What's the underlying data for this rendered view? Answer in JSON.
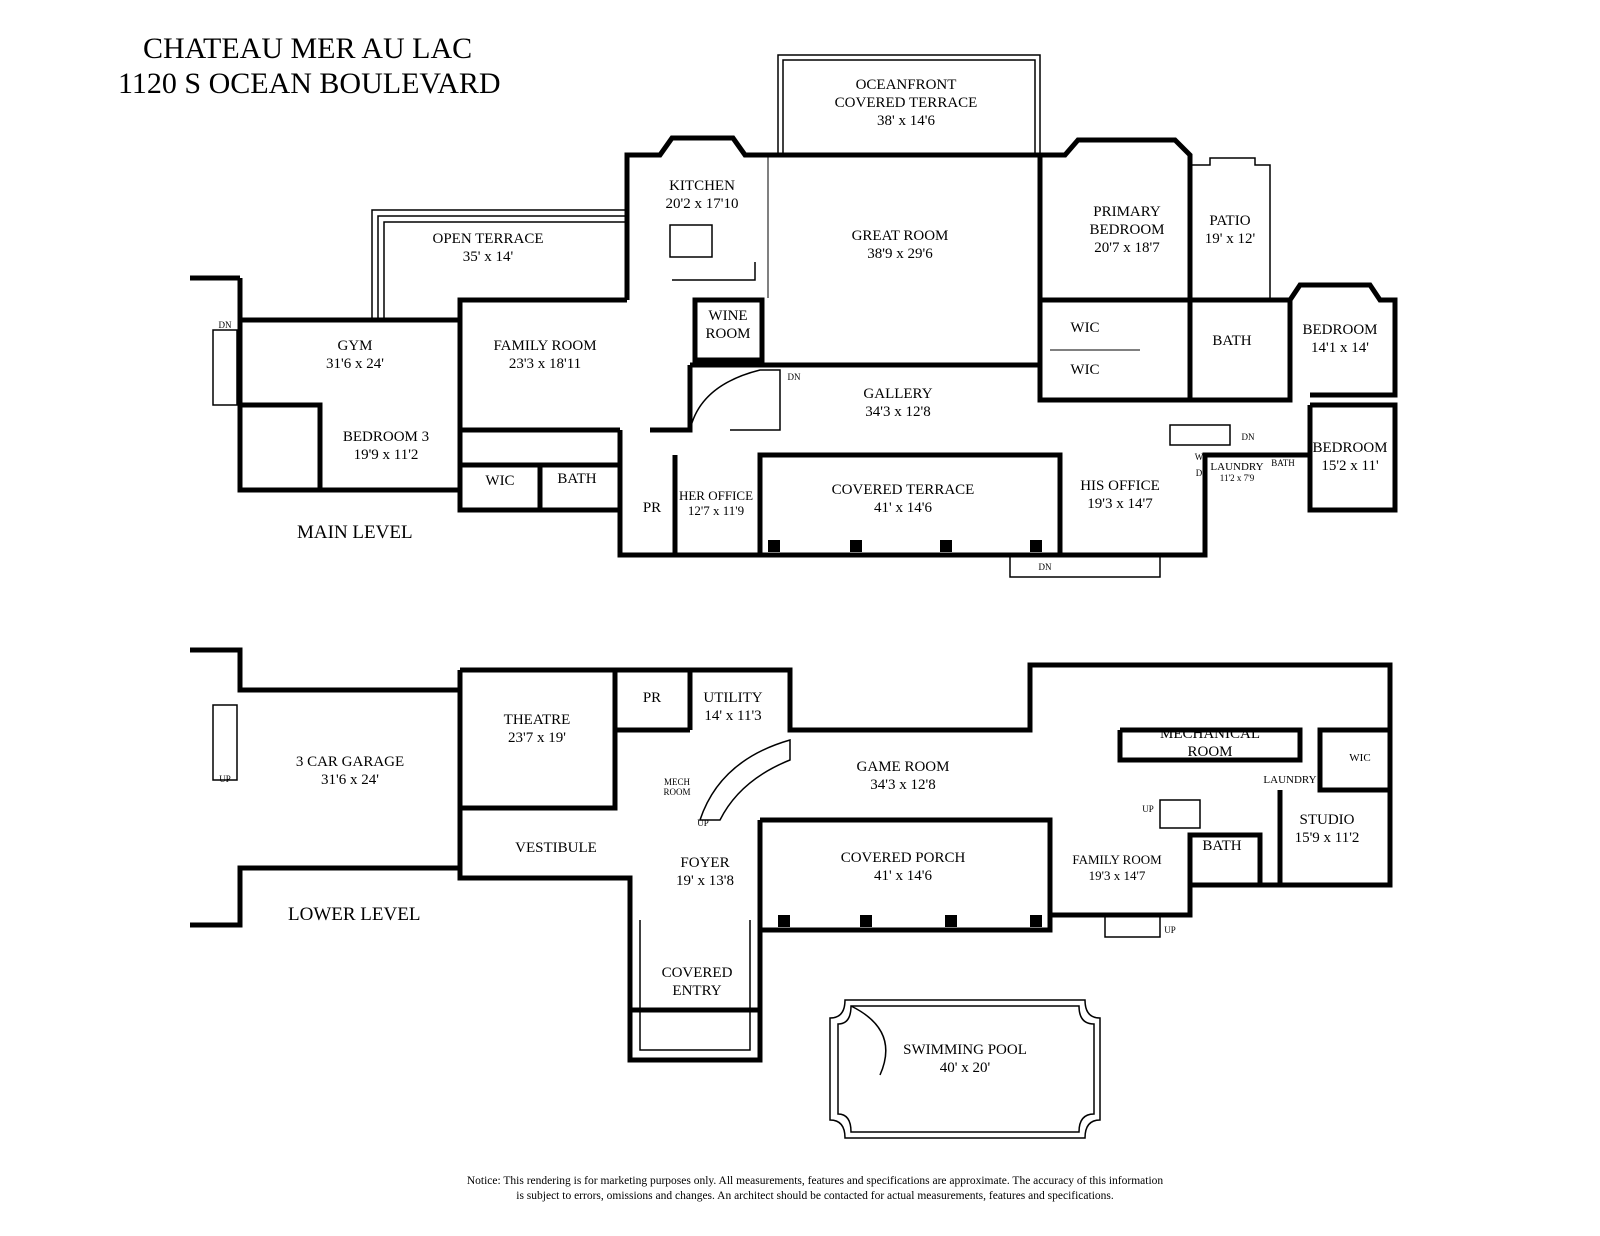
{
  "title": {
    "line1": "CHATEAU MER AU LAC",
    "line2": "1120 S OCEAN BOULEVARD"
  },
  "levels": {
    "main": "MAIN LEVEL",
    "lower": "LOWER LEVEL"
  },
  "main_rooms": {
    "oceanfront": {
      "name1": "OCEANFRONT",
      "name2": "COVERED TERRACE",
      "dims": "38' x 14'6"
    },
    "kitchen": {
      "name": "KITCHEN",
      "dims": "20'2 x 17'10"
    },
    "great_room": {
      "name": "GREAT ROOM",
      "dims": "38'9 x 29'6"
    },
    "primary_bedroom": {
      "name1": "PRIMARY",
      "name2": "BEDROOM",
      "dims": "20'7 x 18'7"
    },
    "patio": {
      "name": "PATIO",
      "dims": "19' x 12'"
    },
    "open_terrace": {
      "name": "OPEN TERRACE",
      "dims": "35' x 14'"
    },
    "gym": {
      "name": "GYM",
      "dims": "31'6 x 24'"
    },
    "family_room": {
      "name": "FAMILY ROOM",
      "dims": "23'3 x 18'11"
    },
    "wine_room": {
      "name1": "WINE",
      "name2": "ROOM"
    },
    "wic_a": {
      "name": "WIC"
    },
    "wic_b": {
      "name": "WIC"
    },
    "bath_primary": {
      "name": "BATH"
    },
    "bedroom_e": {
      "name": "BEDROOM",
      "dims": "14'1 x 14'"
    },
    "gallery": {
      "name": "GALLERY",
      "dims": "34'3 x 12'8"
    },
    "bedroom_3": {
      "name": "BEDROOM 3",
      "dims": "19'9 x 11'2"
    },
    "wic_c": {
      "name": "WIC"
    },
    "bath_c": {
      "name": "BATH"
    },
    "pr": {
      "name": "PR"
    },
    "her_office": {
      "name": "HER OFFICE",
      "dims": "12'7 x 11'9"
    },
    "covered_terrace": {
      "name": "COVERED TERRACE",
      "dims": "41' x 14'6"
    },
    "his_office": {
      "name": "HIS OFFICE",
      "dims": "19'3 x 14'7"
    },
    "laundry": {
      "name": "LAUNDRY",
      "dims": "11'2 x 7'9"
    },
    "bath_small": {
      "name": "BATH"
    },
    "bedroom_f": {
      "name": "BEDROOM",
      "dims": "15'2 x 11'"
    },
    "washer": "W",
    "dryer": "D"
  },
  "lower_rooms": {
    "garage": {
      "name": "3 CAR GARAGE",
      "dims": "31'6 x 24'"
    },
    "theatre": {
      "name": "THEATRE",
      "dims": "23'7 x 19'"
    },
    "pr": {
      "name": "PR"
    },
    "utility": {
      "name": "UTILITY",
      "dims": "14' x 11'3"
    },
    "mech_room": {
      "name1": "MECH",
      "name2": "ROOM"
    },
    "game_room": {
      "name": "GAME ROOM",
      "dims": "34'3 x 12'8"
    },
    "mechanical": {
      "name1": "MECHANICAL",
      "name2": "ROOM"
    },
    "wic": {
      "name": "WIC"
    },
    "laundry": {
      "name": "LAUNDRY"
    },
    "vestibule": {
      "name": "VESTIBULE"
    },
    "foyer": {
      "name": "FOYER",
      "dims": "19' x 13'8"
    },
    "covered_porch": {
      "name": "COVERED PORCH",
      "dims": "41' x 14'6"
    },
    "family_room": {
      "name": "FAMILY ROOM",
      "dims": "19'3 x 14'7"
    },
    "bath": {
      "name": "BATH"
    },
    "studio": {
      "name": "STUDIO",
      "dims": "15'9 x 11'2"
    },
    "covered_entry": {
      "name1": "COVERED",
      "name2": "ENTRY"
    },
    "pool": {
      "name": "SWIMMING POOL",
      "dims": "40' x 20'"
    }
  },
  "stair_labels": {
    "dn": "DN",
    "up": "UP"
  },
  "notice": {
    "line1": "Notice: This rendering is for marketing purposes only. All measurements, features and specifications are approximate. The accuracy of this information",
    "line2": "is subject to errors, omissions and changes. An architect should be contacted for actual measurements, features and specifications."
  }
}
